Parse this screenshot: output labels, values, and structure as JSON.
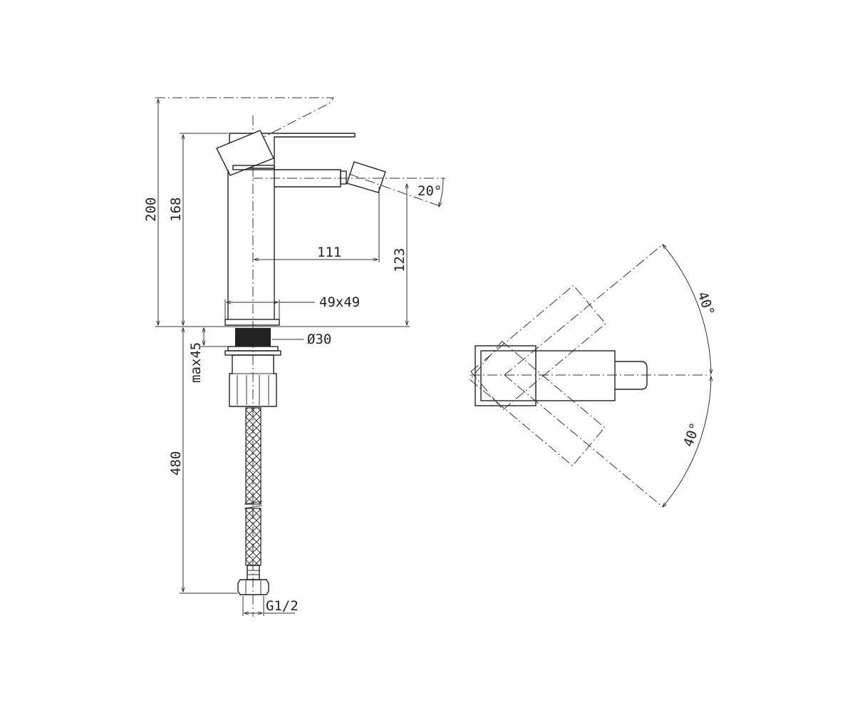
{
  "dimensions": {
    "overall_height": "200",
    "body_height": "168",
    "spout_reach": "111",
    "spout_height": "123",
    "spout_angle": "20°",
    "body_section": "49x49",
    "hole_diameter": "Ø30",
    "max_deck_thickness": "max45",
    "hose_length": "480",
    "connection_thread": "G1/2",
    "swivel_angle_upper": "40°",
    "swivel_angle_lower": "40°"
  },
  "colors": {
    "line": "#222222",
    "background": "#ffffff",
    "fill_dark": "#222222"
  }
}
